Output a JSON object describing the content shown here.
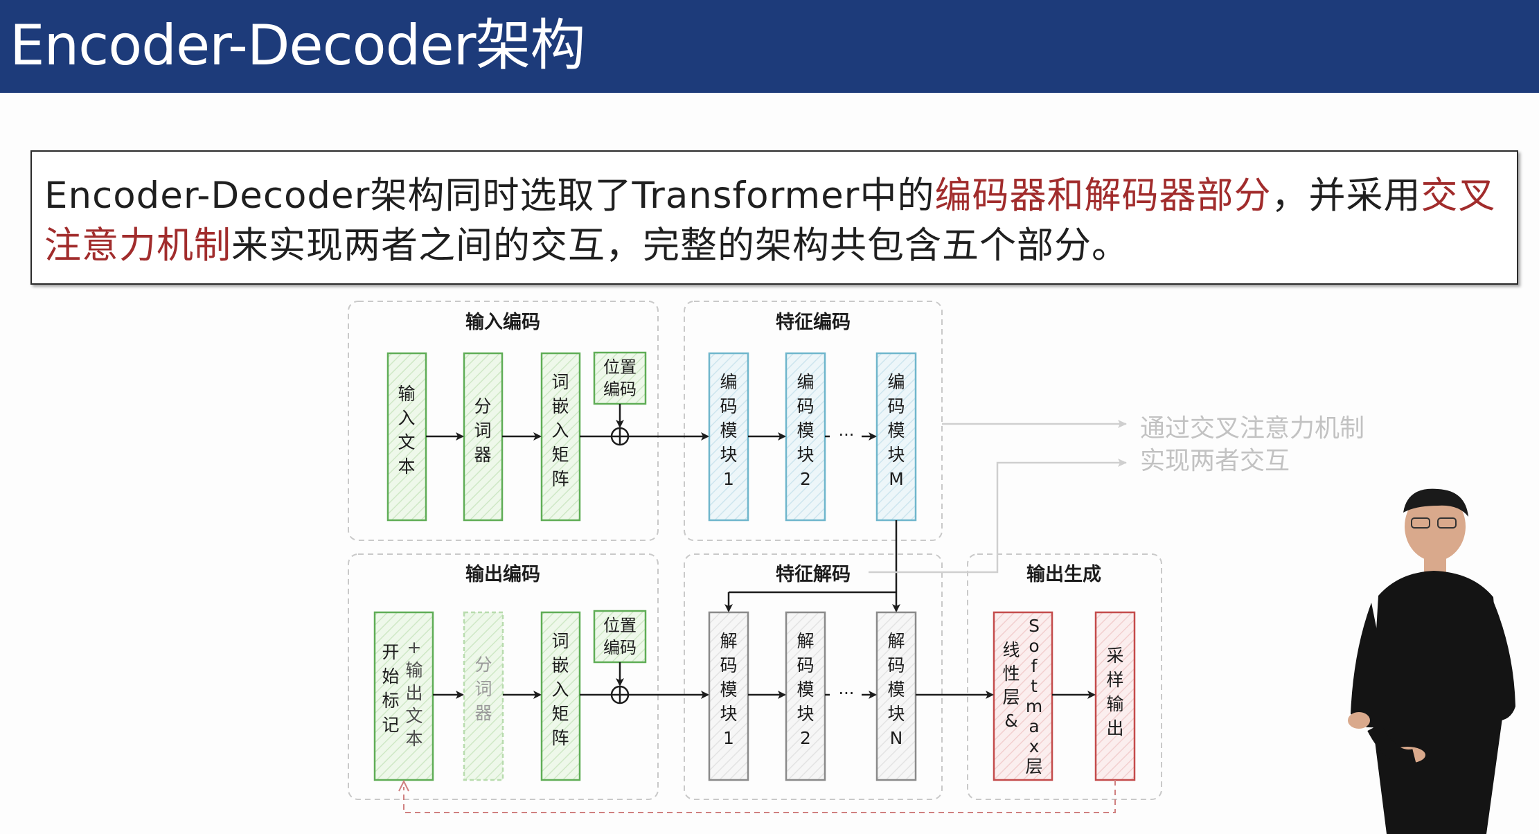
{
  "slide": {
    "title": "Encoder-Decoder架构",
    "description": {
      "part1": "Encoder-Decoder架构同时选取了Transformer中的",
      "highlight1": "编码器和解码器部分",
      "part2": "，并采用",
      "highlight2": "交叉注意力机制",
      "part3": "来实现两者之间的交互，完整的架构共包含五个部分。"
    }
  },
  "diagram": {
    "sections": {
      "input_encoding": "输入编码",
      "feature_encoding": "特征编码",
      "output_encoding": "输出编码",
      "feature_decoding": "特征解码",
      "output_generation": "输出生成"
    },
    "blocks": {
      "input_text": "输入文本",
      "tokenizer": "分词器",
      "embedding_matrix": "词嵌入矩阵",
      "pos_line1": "位置",
      "pos_line2": "编码",
      "enc1": "编码模块1",
      "enc2": "编码模块2",
      "encM": "编码模块M",
      "start_tag": "开始标记",
      "plus_output_text": "+输出文本",
      "dec1": "解码模块1",
      "dec2": "解码模块2",
      "decN": "解码模块N",
      "linear_softmax_a": "线性层&",
      "linear_softmax_b": "Softmax层",
      "sampling_output": "采样输出"
    },
    "ellipsis": "···",
    "annotation_line1": "通过交叉注意力机制",
    "annotation_line2": "实现两者交互",
    "colors": {
      "green": "#5fad56",
      "green_fill": "#eaf6e6",
      "blue": "#6fb6cc",
      "blue_fill": "#e8f4f8",
      "grey": "#8a8a8a",
      "grey_fill": "#f1f1f1",
      "red": "#c44b4b",
      "red_fill": "#f9e6e6",
      "dashed_red": "#d08080",
      "title_bar": "#1d3b7a",
      "highlight_text": "#a12c2c"
    }
  }
}
